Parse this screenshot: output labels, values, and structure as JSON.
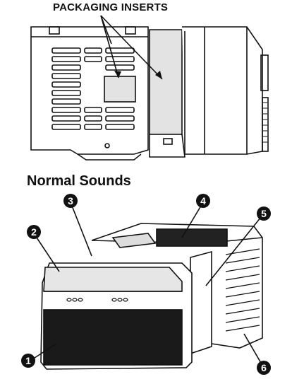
{
  "top_figure": {
    "title": "PACKAGING INSERTS"
  },
  "bottom_figure": {
    "title": "Normal Sounds",
    "callouts": [
      "1",
      "2",
      "3",
      "4",
      "5",
      "6"
    ]
  },
  "colors": {
    "line": "#111111",
    "insert_fill": "#e3e3e3",
    "badge": "#111111"
  }
}
